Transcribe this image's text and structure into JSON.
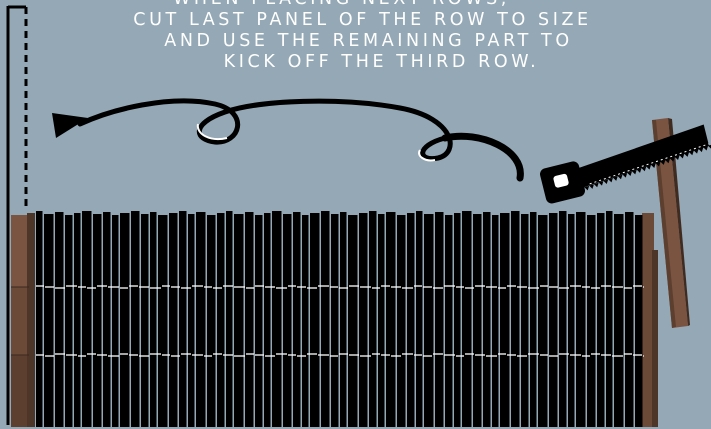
{
  "caption": {
    "line_0": "WHEN PLACING NEXT ROWS,",
    "line_1": "CUT LAST PANEL OF THE ROW TO SIZE",
    "line_2": "AND USE THE REMAINING PART TO",
    "line_3": "KICK OFF THE THIRD ROW."
  },
  "colors": {
    "background": "#94a8b6",
    "panel": "#000000",
    "wood": "#6b4a38",
    "text": "#ffffff"
  },
  "icons": [
    "saw-icon",
    "curved-arrow-icon",
    "wood-plank-icon"
  ]
}
